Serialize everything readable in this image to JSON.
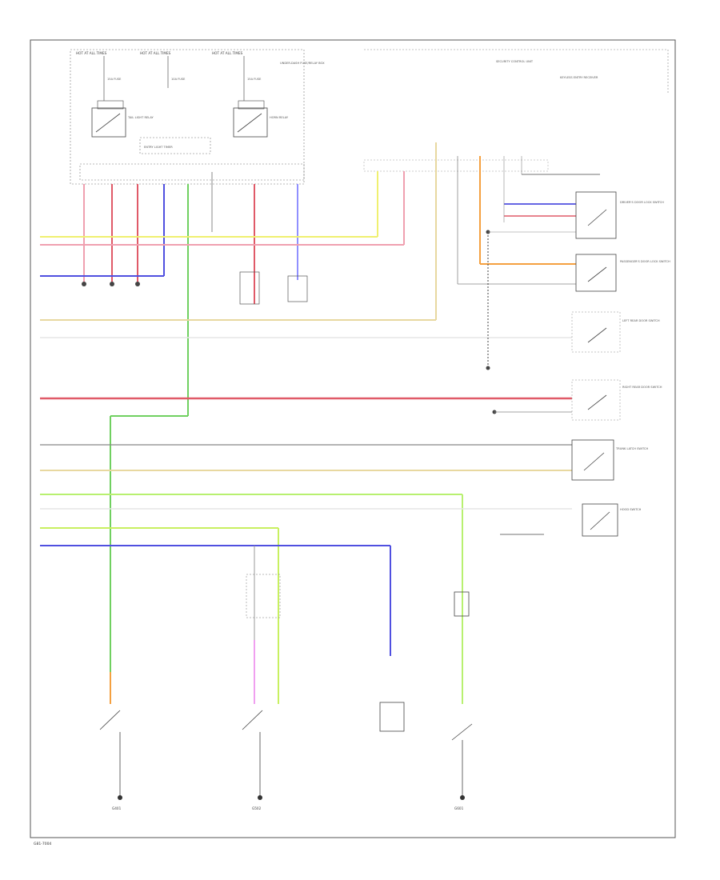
{
  "diagram": {
    "figure_code": "G81-7004",
    "fuse_boxes": [
      "HOT AT ALL TIMES",
      "HOT AT ALL TIMES",
      "HOT AT ALL TIMES"
    ],
    "fuses": [
      "15A FUSE",
      "10A FUSE",
      "15A FUSE"
    ],
    "relays": [
      "HORN RELAY",
      "TAIL LIGHT RELAY"
    ],
    "modules": [
      "UNDER-DASH FUSE/RELAY BOX",
      "ENTRY LIGHT TIMER",
      "KEYLESS ENTRY RECEIVER",
      "SECURITY CONTROL UNIT"
    ],
    "switches": [
      "DRIVER'S DOOR LOCK SWITCH",
      "PASSENGER'S DOOR LOCK SWITCH",
      "LEFT REAR DOOR SWITCH",
      "RIGHT REAR DOOR SWITCH",
      "TRUNK LATCH SWITCH",
      "HOOD SWITCH"
    ],
    "grounds": [
      "G401",
      "G502",
      "G601"
    ],
    "wire_colors": {
      "yellow": "#f0f070",
      "red": "#e05a68",
      "pink": "#f0a0b0",
      "blue": "#5050e0",
      "lightblue": "#9090ff",
      "green": "#70d060",
      "lightgreen": "#b8f070",
      "orange": "#f4a040",
      "tan": "#e8d8a0",
      "brown": "#c8b078",
      "gray": "#808080",
      "white": "#dddddd",
      "black": "#222222"
    }
  }
}
